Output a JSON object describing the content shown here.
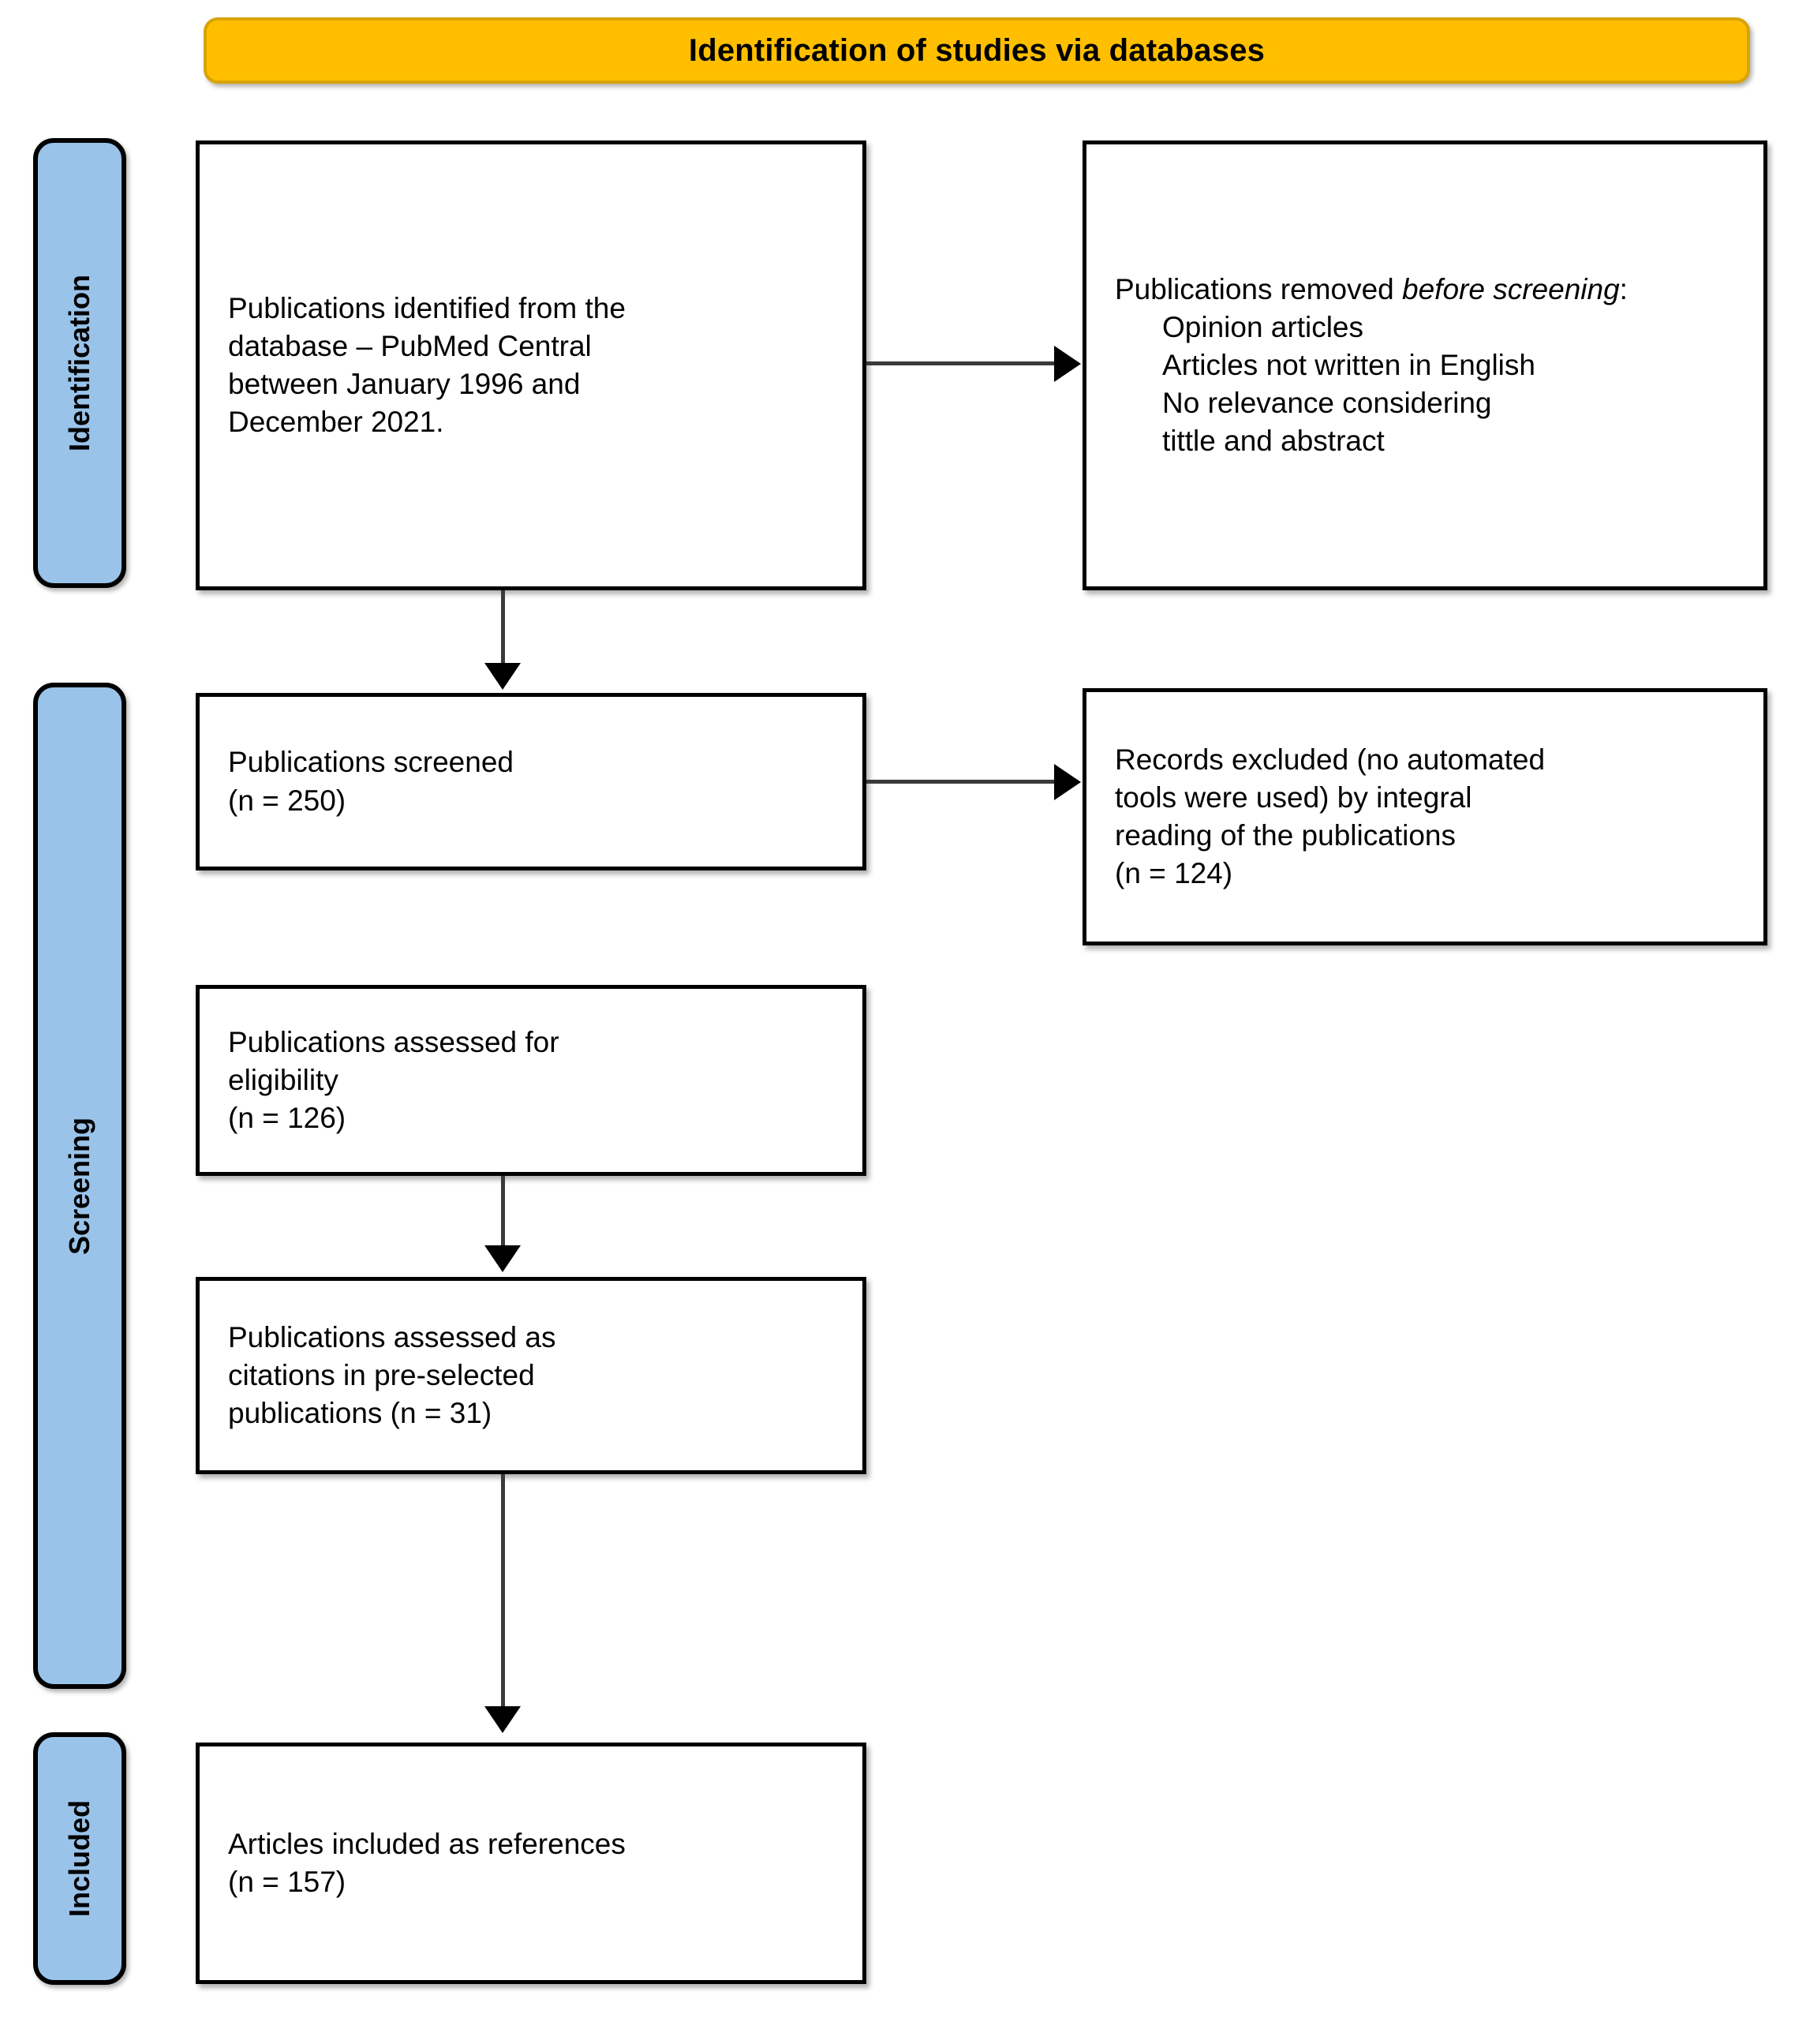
{
  "banner": {
    "title": "Identification of studies via databases"
  },
  "stages": [
    {
      "key": "identification",
      "label": "Identification"
    },
    {
      "key": "screening",
      "label": "Screening"
    },
    {
      "key": "included",
      "label": "Included"
    }
  ],
  "boxes": {
    "identified": {
      "lines": [
        "Publications identified from the",
        "database – PubMed Central",
        "between January 1996 and",
        "December 2021."
      ]
    },
    "removed": {
      "intro_prefix": "Publications removed ",
      "intro_italic": "before screening",
      "intro_suffix": ":",
      "items": [
        "Opinion articles",
        "Articles not written in English",
        "No relevance considering",
        "tittle and abstract"
      ]
    },
    "screened": {
      "lines": [
        "Publications screened",
        "(n = 250)"
      ],
      "count_label": "n = 250",
      "count": 250
    },
    "excluded": {
      "lines": [
        "Records excluded (no automated",
        "tools were used) by integral",
        "reading of the publications",
        "(n = 124)"
      ],
      "count_label": "n = 124",
      "count": 124
    },
    "eligibility": {
      "lines": [
        "Publications assessed for",
        "eligibility",
        "(n = 126)"
      ],
      "count_label": "n = 126",
      "count": 126
    },
    "citations": {
      "lines": [
        "Publications assessed as",
        "citations in pre-selected",
        "publications (n = 31)"
      ],
      "count_label": "n = 31",
      "count": 31
    },
    "included": {
      "lines": [
        "Articles included as references",
        "(n = 157)"
      ],
      "count_label": "n = 157",
      "count": 157
    }
  },
  "colors": {
    "banner_fill": "#FFBF00",
    "banner_border": "#D9A300",
    "stage_fill": "#9AC3EA",
    "stage_border": "#000000",
    "box_border": "#000000",
    "connector": "#3A3A3A"
  }
}
